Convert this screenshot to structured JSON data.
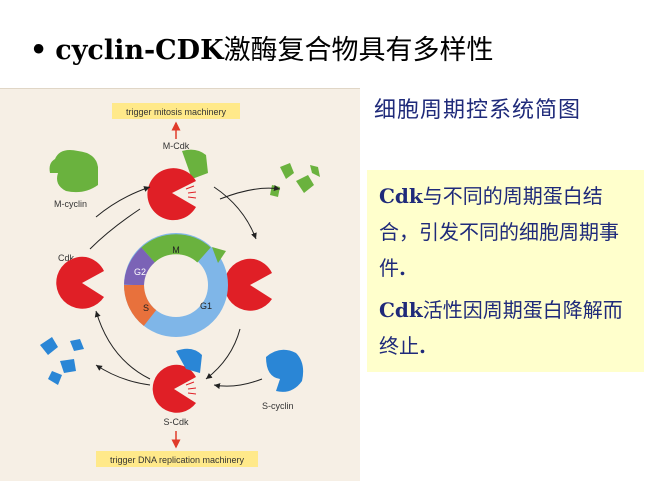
{
  "title": {
    "bullet": "•",
    "en": "cyclin-CDK",
    "zh": "激酶复合物具有多样性"
  },
  "side_title": "细胞周期控系统简图",
  "notes": [
    {
      "en": "Cdk",
      "zh": "与不同的周期蛋白结合，引发不同的细胞周期事件",
      "end": "."
    },
    {
      "en": "Cdk",
      "zh": "活性因周期蛋白降解而终止",
      "end": "."
    }
  ],
  "figure": {
    "top_label": "trigger mitosis machinery",
    "bottom_label": "trigger DNA replication machinery",
    "m_cdk": "M-Cdk",
    "s_cdk": "S-Cdk",
    "m_cyclin": "M-cyclin",
    "s_cyclin": "S-cyclin",
    "cdk": "Cdk",
    "phase_m": "M",
    "phase_g2": "G2",
    "phase_s": "S",
    "phase_g1": "G1",
    "colors": {
      "cdk": "#e01f26",
      "m_cyclin": "#6ab23e",
      "s_cyclin": "#2a86d6",
      "label_box": "#ffe98a",
      "arrow": "#e03a2a",
      "g2": "#7b63b6",
      "s_phase": "#e8713c",
      "g1": "#7fb6e8",
      "m_phase": "#6ab23e"
    }
  }
}
